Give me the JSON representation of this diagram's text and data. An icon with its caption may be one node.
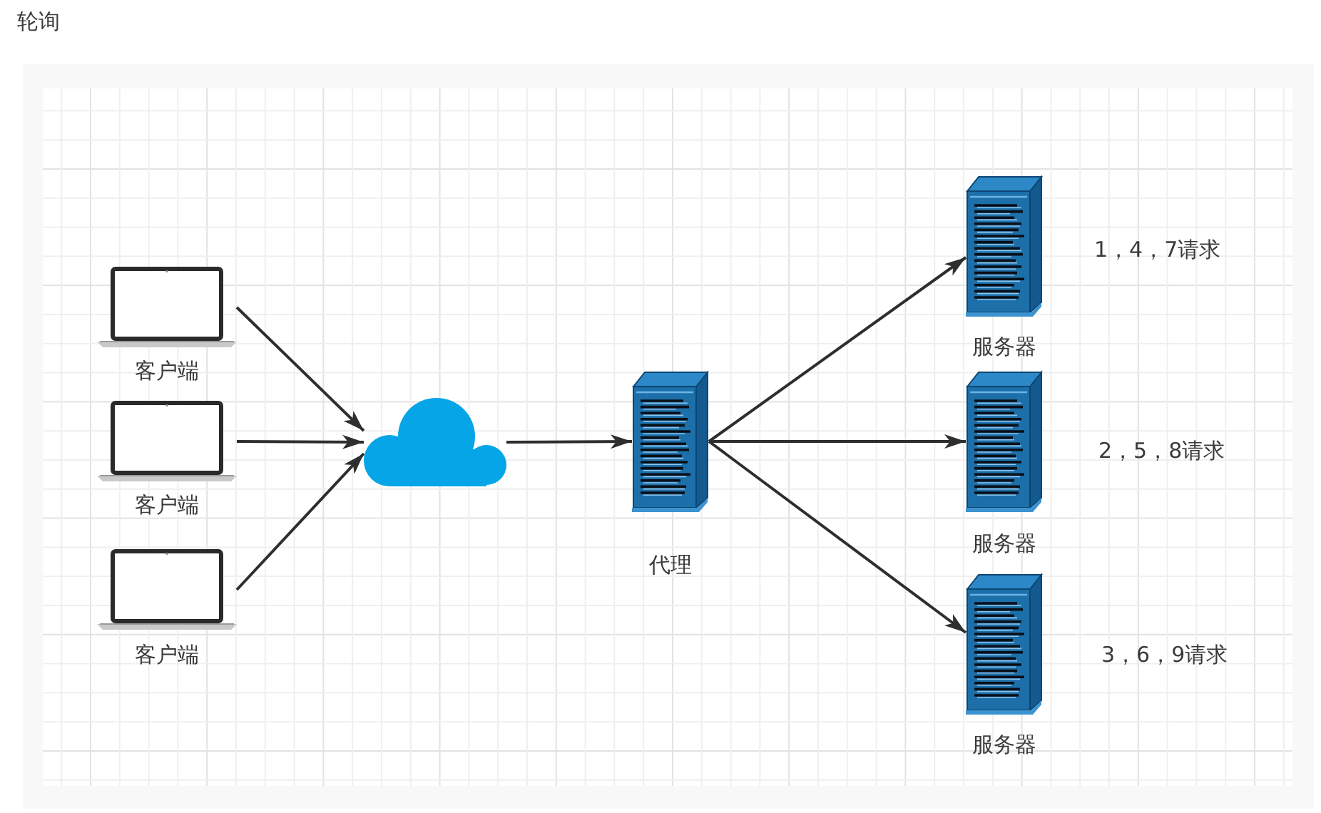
{
  "diagram": {
    "title": "轮询",
    "nodes": [
      {
        "text": [
          "客户端"
        ]
      },
      {
        "text": [
          "客户端"
        ]
      },
      {
        "text": [
          "客户端"
        ]
      },
      {
        "text": [],
        "shape": "cloud"
      },
      {
        "text": [
          "代理"
        ]
      },
      {
        "text": [
          "服务器"
        ],
        "beside": [
          "1，4，7请求"
        ]
      },
      {
        "text": [
          "服务器"
        ],
        "beside": [
          "2，5，8请求"
        ]
      },
      {
        "text": [
          "服务器"
        ],
        "beside": [
          "3，6，9请求"
        ]
      }
    ],
    "edges": [
      {
        "from": 0,
        "to": 3,
        "arrow": "to"
      },
      {
        "from": 1,
        "to": 3,
        "arrow": "to"
      },
      {
        "from": 2,
        "to": 3,
        "arrow": "to"
      },
      {
        "from": 3,
        "to": 4,
        "arrow": "to"
      },
      {
        "from": 4,
        "to": 5,
        "arrow": "to"
      },
      {
        "from": 4,
        "to": 6,
        "arrow": "to"
      },
      {
        "from": 4,
        "to": 7,
        "arrow": "to"
      }
    ]
  }
}
